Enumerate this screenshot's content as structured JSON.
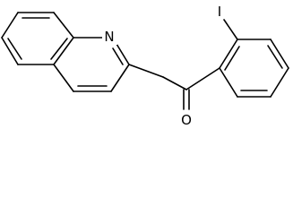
{
  "molecule": {
    "atoms": {
      "nitrogen": "N",
      "iodine": "I",
      "oxygen": "O"
    },
    "colors": {
      "bond": "#000000",
      "label": "#000000",
      "background": "#ffffff"
    }
  }
}
